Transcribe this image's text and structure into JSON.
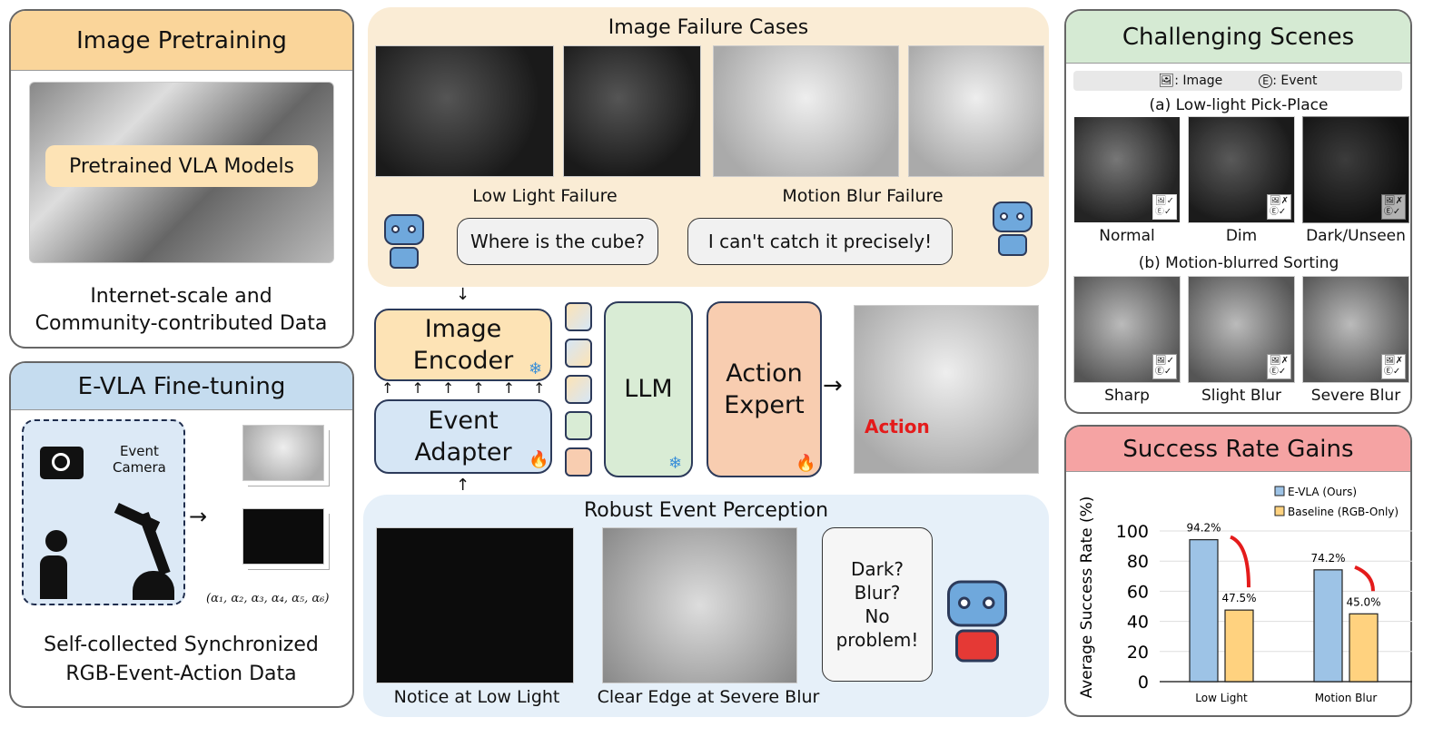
{
  "image_pretraining": {
    "title": "Image Pretraining",
    "center_label": "Pretrained VLA Models",
    "caption_line1": "Internet-scale and",
    "caption_line2": "Community-contributed Data"
  },
  "finetuning": {
    "title": "E-VLA Fine-tuning",
    "camera_label_1": "Event",
    "camera_label_2": "Camera",
    "action_tuple": "(α₁, α₂, α₃, α₄, α₅, α₆)",
    "caption_line1": "Self-collected Synchronized",
    "caption_line2": "RGB-Event-Action Data"
  },
  "failure": {
    "title": "Image Failure Cases",
    "low_light": "Low Light Failure",
    "motion_blur": "Motion Blur Failure",
    "bubble_left": "Where is the cube?",
    "bubble_right": "I can't catch it precisely!"
  },
  "architecture": {
    "image_encoder": "Image Encoder",
    "event_adapter": "Event Adapter",
    "llm": "LLM",
    "action_expert": "Action Expert",
    "action_label": "Action",
    "token_colors": [
      "#fde3b5",
      "#d6e6f5",
      "#fde3b5",
      "#d9ecd5",
      "#f8cdb0"
    ]
  },
  "perception": {
    "title": "Robust Event Perception",
    "caption_left": "Notice at Low Light",
    "caption_right": "Clear Edge at Severe Blur",
    "bubble": "Dark?\nBlur?\nNo\nproblem!"
  },
  "scenes": {
    "title": "Challenging Scenes",
    "legend_image": ": Image",
    "legend_event": ": Event",
    "section_a": "(a) Low-light Pick-Place",
    "section_b": "(b) Motion-blurred Sorting",
    "row_a": [
      {
        "label": "Normal",
        "image": "✓",
        "event": "✓"
      },
      {
        "label": "Dim",
        "image": "✗",
        "event": "✓"
      },
      {
        "label": "Dark/Unseen",
        "image": "✗",
        "event": "✓"
      }
    ],
    "row_b": [
      {
        "label": "Sharp",
        "image": "✓",
        "event": "✓"
      },
      {
        "label": "Slight Blur",
        "image": "✗",
        "event": "✓"
      },
      {
        "label": "Severe Blur",
        "image": "✗",
        "event": "✓"
      }
    ]
  },
  "chart_data": {
    "type": "bar",
    "title": "Success Rate Gains",
    "ylabel": "Average Success Rate (%)",
    "ylim": [
      0,
      100
    ],
    "yticks": [
      0,
      20,
      40,
      60,
      80,
      100
    ],
    "categories": [
      "Low Light",
      "Motion Blur"
    ],
    "series": [
      {
        "name": "E-VLA (Ours)",
        "color": "#9dc3e6",
        "values": [
          94.2
        ],
        "labels": [
          "94.2%",
          "74.2%"
        ],
        "all": [
          94.2,
          74.2
        ]
      },
      {
        "name": "Baseline (RGB-Only)",
        "color": "#ffd27f",
        "labels": [
          "47.5%",
          "45.0%"
        ],
        "all": [
          47.5,
          45.0
        ]
      }
    ],
    "legend": "top-right",
    "grid": true
  }
}
